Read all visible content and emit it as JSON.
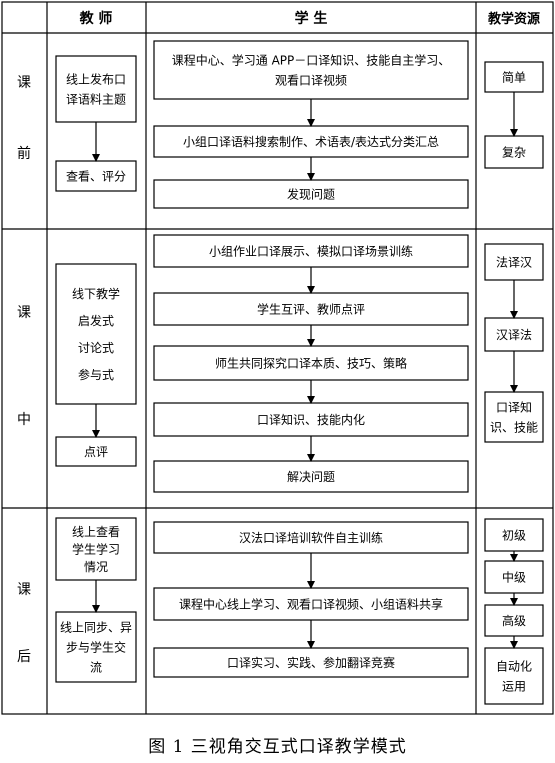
{
  "headers": {
    "teacher": "教 师",
    "student": "学 生",
    "resources": "教学资源"
  },
  "phases": {
    "before": [
      "课",
      "前"
    ],
    "during": [
      "课",
      "中"
    ],
    "after": [
      "课",
      "后"
    ]
  },
  "teacher_boxes": {
    "before": [
      [
        "线上发布口",
        "译语料主题"
      ],
      [
        "查看、评分"
      ]
    ],
    "during": [
      [
        "线下教学",
        "启发式",
        "讨论式",
        "参与式"
      ],
      [
        "点评"
      ]
    ],
    "after": [
      [
        "线上查看",
        "学生学习",
        "情况"
      ],
      [
        "线上同步、异",
        "步与学生交",
        "流"
      ]
    ]
  },
  "student_boxes": {
    "before": [
      [
        "课程中心、学习通 APP－口译知识、技能自主学习、",
        "观看口译视频"
      ],
      [
        "小组口译语料搜索制作、术语表/表达式分类汇总"
      ],
      [
        "发现问题"
      ]
    ],
    "during": [
      [
        "小组作业口译展示、模拟口译场景训练"
      ],
      [
        "学生互评、教师点评"
      ],
      [
        "师生共同探究口译本质、技巧、策略"
      ],
      [
        "口译知识、技能内化"
      ],
      [
        "解决问题"
      ]
    ],
    "after": [
      [
        "汉法口译培训软件自主训练"
      ],
      [
        "课程中心线上学习、观看口译视频、小组语料共享"
      ],
      [
        "口译实习、实践、参加翻译竞赛"
      ]
    ]
  },
  "resource_boxes": {
    "before": [
      [
        "简单"
      ],
      [
        "复杂"
      ]
    ],
    "during": [
      [
        "法译汉"
      ],
      [
        "汉译法"
      ],
      [
        "口译知",
        "识、技能"
      ]
    ],
    "after": [
      [
        "初级"
      ],
      [
        "中级"
      ],
      [
        "高级"
      ],
      [
        "自动化",
        "运用"
      ]
    ]
  },
  "caption": "图 1  三视角交互式口译教学模式"
}
